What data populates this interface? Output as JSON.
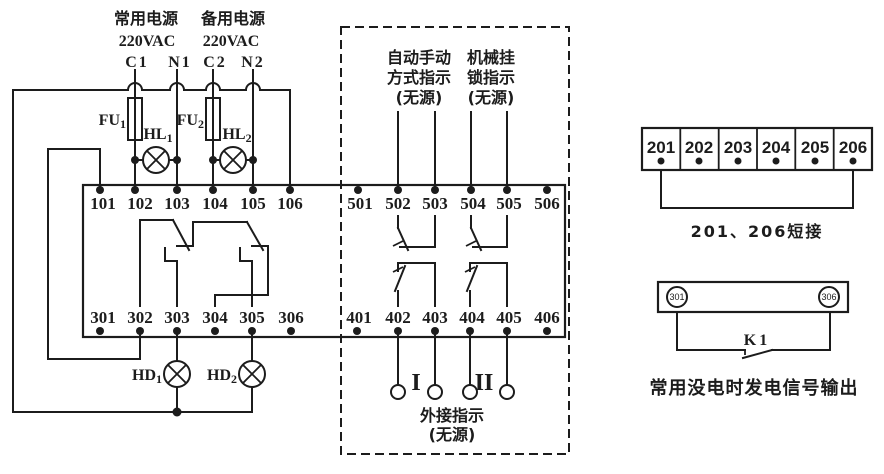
{
  "power": {
    "normal": {
      "label": "常用电源",
      "voltage": "220VAC",
      "c": "C1",
      "n": "N1"
    },
    "backup": {
      "label": "备用电源",
      "voltage": "220VAC",
      "c": "C2",
      "n": "N2"
    }
  },
  "components": {
    "fu1": {
      "base": "FU",
      "sub": "1"
    },
    "fu2": {
      "base": "FU",
      "sub": "2"
    },
    "hl1": {
      "base": "HL",
      "sub": "1"
    },
    "hl2": {
      "base": "HL",
      "sub": "2"
    },
    "hd1": {
      "base": "HD",
      "sub": "1"
    },
    "hd2": {
      "base": "HD",
      "sub": "2"
    },
    "k1": "K1"
  },
  "terminal_rows": {
    "top_left": [
      "101",
      "102",
      "103",
      "104",
      "105",
      "106"
    ],
    "top_right": [
      "501",
      "502",
      "503",
      "504",
      "505",
      "506"
    ],
    "bottom_left": [
      "301",
      "302",
      "303",
      "304",
      "305",
      "306"
    ],
    "bottom_right": [
      "401",
      "402",
      "403",
      "404",
      "405",
      "406"
    ]
  },
  "indicators": {
    "auto_manual": {
      "line1": "自动手动",
      "line2": "方式指示",
      "line3": "(无源)"
    },
    "mech_lock": {
      "line1": "机械挂",
      "line2": "锁指示",
      "line3": "(无源)"
    },
    "external": {
      "line1": "外接指示",
      "line2": "(无源)"
    },
    "group1": "I",
    "group2": "II"
  },
  "right_panel": {
    "terminal_block": [
      "201",
      "202",
      "203",
      "204",
      "205",
      "206"
    ],
    "jumper_note": "201、206短接",
    "relay_box": {
      "left_terminal": "301",
      "right_terminal": "306"
    },
    "output_note": "常用没电时发电信号输出"
  }
}
